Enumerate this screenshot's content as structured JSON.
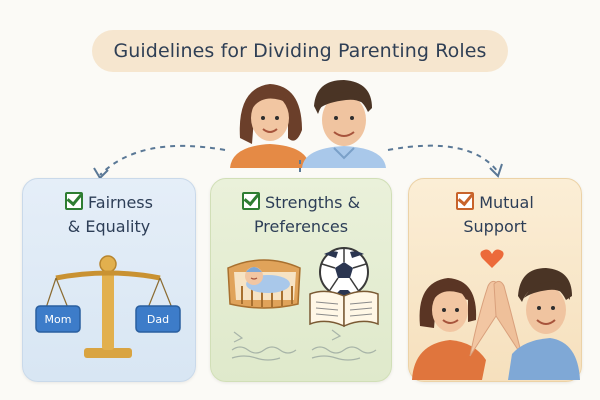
{
  "title": "Guidelines for Dividing Parenting Roles",
  "panels": [
    {
      "title_line1": "Fairness",
      "title_line2": "& Equality",
      "color": "#d8e6f3"
    },
    {
      "title_line1": "Strengths &",
      "title_line2": "Preferences",
      "color": "#dfe9cb"
    },
    {
      "title_line1": "Mutual",
      "title_line2": "Support",
      "color": "#f6e0bd"
    }
  ],
  "scale": {
    "left_label": "Mom",
    "right_label": "Dad"
  },
  "colors": {
    "title_bg": "#f6e6cf",
    "text": "#2d3e57",
    "check_green": "#2e7d32",
    "check_orange": "#c8632b",
    "connector": "#5a7896"
  },
  "icons": [
    "parents-couple",
    "balance-scale",
    "baby-crib",
    "soccer-ball",
    "open-book",
    "heart",
    "high-five-couple"
  ]
}
